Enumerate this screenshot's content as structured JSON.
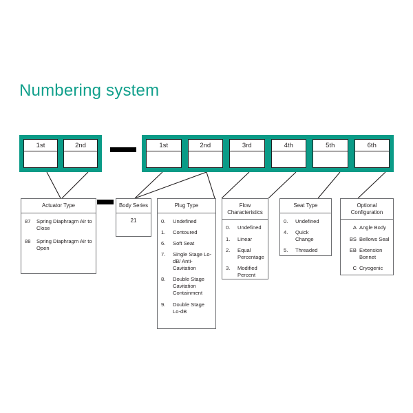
{
  "title": "Numbering system",
  "accent_color": "#0a9b87",
  "title_color": "#12a08c",
  "header": {
    "left_group": {
      "positions": [
        {
          "label": "1st",
          "value": ""
        },
        {
          "label": "2nd",
          "value": ""
        }
      ]
    },
    "separator_dash": "—",
    "right_group": {
      "positions": [
        {
          "label": "1st",
          "value": ""
        },
        {
          "label": "2nd",
          "value": ""
        },
        {
          "label": "3rd",
          "value": ""
        },
        {
          "label": "4th",
          "value": ""
        },
        {
          "label": "5th",
          "value": ""
        },
        {
          "label": "6th",
          "value": ""
        }
      ]
    }
  },
  "cards": {
    "actuator": {
      "title": "Actuator Type",
      "entries": [
        {
          "code": "87",
          "desc": "Spring Diaphragm Air to Close"
        },
        {
          "code": "88",
          "desc": "Spring Diaphragm Air to Open"
        }
      ]
    },
    "body_series": {
      "title": "Body Series",
      "value": "21"
    },
    "plug": {
      "title": "Plug Type",
      "entries": [
        {
          "code": "0.",
          "desc": "Undefined"
        },
        {
          "code": "1.",
          "desc": "Contoured"
        },
        {
          "code": "6.",
          "desc": "Soft Seat"
        },
        {
          "code": "7.",
          "desc": "Single Stage Lo-dB/ Anti-Cavitation"
        },
        {
          "code": "8.",
          "desc": "Double Stage Cavitation Containment"
        },
        {
          "code": "9.",
          "desc": "Double Stage Lo-dB"
        }
      ]
    },
    "flow": {
      "title": "Flow Characteristics",
      "entries": [
        {
          "code": "0.",
          "desc": "Undefined"
        },
        {
          "code": "1.",
          "desc": "Linear"
        },
        {
          "code": "2.",
          "desc": "Equal Percentage"
        },
        {
          "code": "3.",
          "desc": "Modified Percent"
        }
      ]
    },
    "seat": {
      "title": "Seat Type",
      "entries": [
        {
          "code": "0.",
          "desc": "Undefined"
        },
        {
          "code": "4.",
          "desc": "Quick Change"
        },
        {
          "code": "5.",
          "desc": "Threaded"
        }
      ]
    },
    "optional": {
      "title": "Optional Configuration",
      "entries": [
        {
          "code": "A",
          "desc": "Angle Body"
        },
        {
          "code": "BS",
          "desc": "Bellows Seal"
        },
        {
          "code": "EB",
          "desc": "Extension Bonnet"
        },
        {
          "code": "C",
          "desc": "Cryogenic"
        }
      ]
    }
  }
}
